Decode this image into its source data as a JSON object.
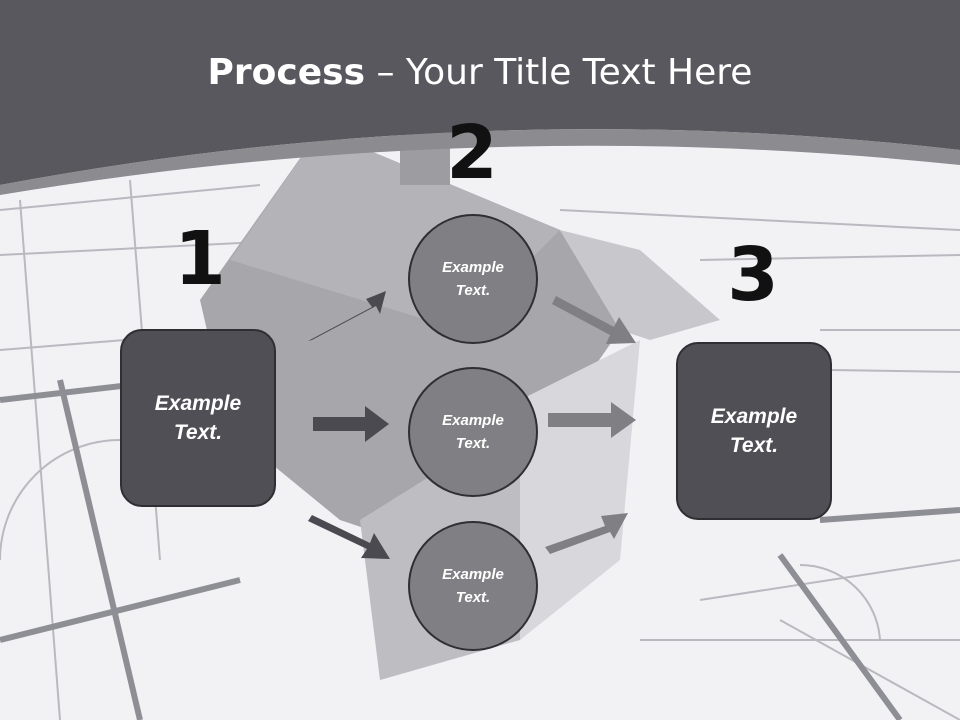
{
  "title": {
    "bold": "Process",
    "rest": " – Your Title Text Here"
  },
  "steps": [
    {
      "number": "1",
      "text": "Example\nText."
    },
    {
      "number": "2"
    },
    {
      "number": "3",
      "text": "Example\nText."
    }
  ],
  "circles": [
    {
      "text": "Example\nText."
    },
    {
      "text": "Example\nText."
    },
    {
      "text": "Example\nText."
    }
  ],
  "colors": {
    "header": "#58585e",
    "box": "#4f4f55",
    "circle": "#808084",
    "arrow_dark": "#4a4a50",
    "arrow_light": "#7f7f84"
  }
}
